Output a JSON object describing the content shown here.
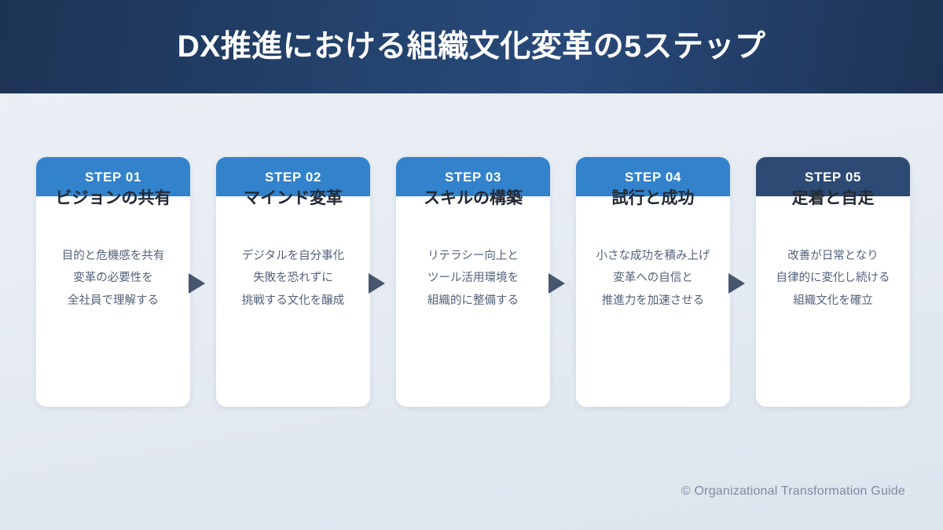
{
  "banner": {
    "title": "DX推進における組織文化変革の5ステップ"
  },
  "colors": {
    "banner_navy": "#1d3354",
    "step_blue": "#3282cc",
    "step_final_navy": "#2d4a75",
    "arrow": "#47566e",
    "card_bg": "#ffffff",
    "page_bg_top": "#edf1f6",
    "page_bg_bottom": "#dde4ed",
    "title_text": "#242a33",
    "body_text": "#53627a",
    "footer_text": "#7e8ba3"
  },
  "steps": [
    {
      "step_label": "STEP 01",
      "title": "ビジョンの共有",
      "body": "目的と危機感を共有\n変革の必要性を\n全社員で理解する"
    },
    {
      "step_label": "STEP 02",
      "title": "マインド変革",
      "body": "デジタルを自分事化\n失敗を恐れずに\n挑戦する文化を醸成"
    },
    {
      "step_label": "STEP 03",
      "title": "スキルの構築",
      "body": "リテラシー向上と\nツール活用環境を\n組織的に整備する"
    },
    {
      "step_label": "STEP 04",
      "title": "試行と成功",
      "body": "小さな成功を積み上げ\n変革への自信と\n推進力を加速させる"
    },
    {
      "step_label": "STEP 05",
      "title": "定着と自走",
      "body": "改善が日常となり\n自律的に変化し続ける\n組織文化を確立"
    }
  ],
  "footer": {
    "credit": "© Organizational Transformation Guide"
  }
}
